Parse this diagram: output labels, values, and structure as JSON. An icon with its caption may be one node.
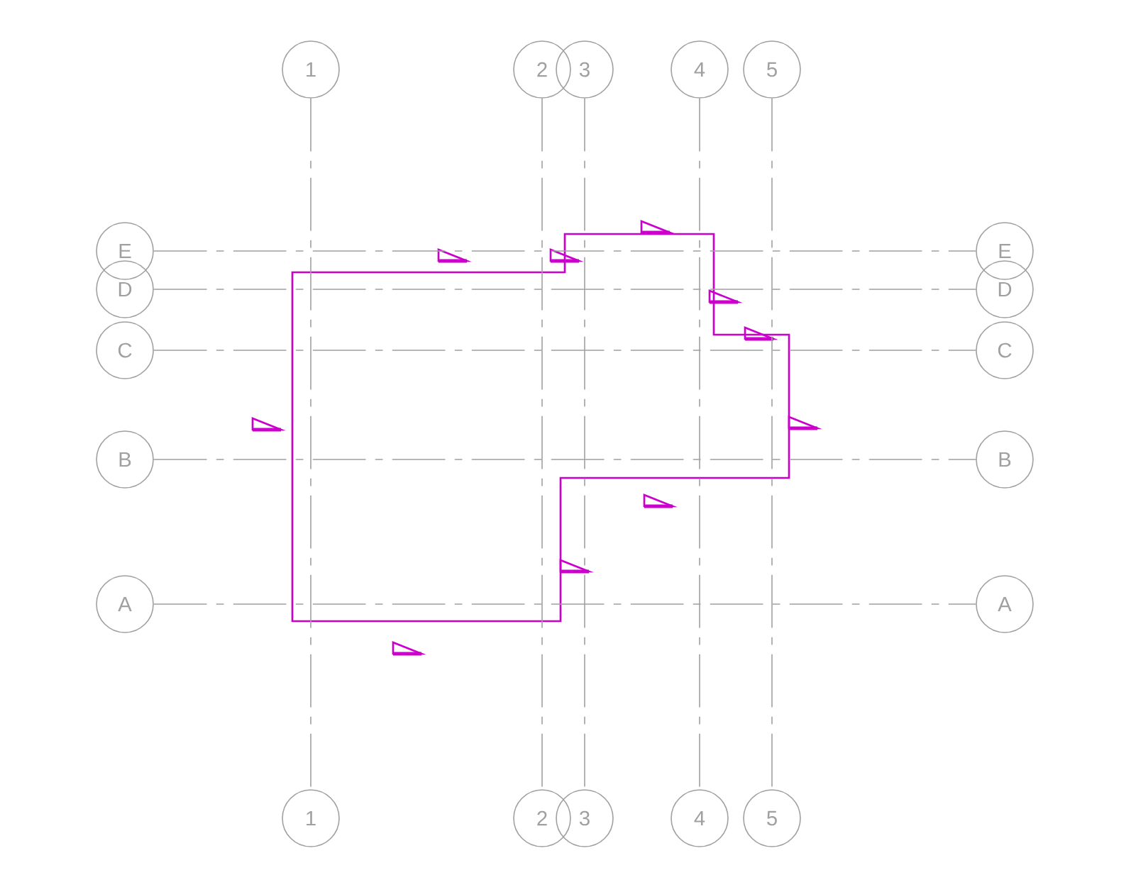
{
  "diagram": {
    "nodes": [
      {
        "text": [
          "1"
        ]
      },
      {
        "text": [
          "2"
        ]
      },
      {
        "text": [
          "3"
        ]
      },
      {
        "text": [
          "4"
        ]
      },
      {
        "text": [
          "5"
        ]
      },
      {
        "text": [
          "E"
        ]
      },
      {
        "text": [
          "E"
        ]
      },
      {
        "text": [
          "D"
        ]
      },
      {
        "text": [
          "D"
        ]
      },
      {
        "text": [
          "C"
        ]
      },
      {
        "text": [
          "C"
        ]
      },
      {
        "text": [
          "B"
        ]
      },
      {
        "text": [
          "B"
        ]
      },
      {
        "text": [
          "A"
        ]
      },
      {
        "text": [
          "A"
        ]
      },
      {
        "text": [
          "1"
        ]
      },
      {
        "text": [
          "2"
        ]
      },
      {
        "text": [
          "3"
        ]
      },
      {
        "text": [
          "4"
        ]
      },
      {
        "text": [
          "5"
        ]
      }
    ],
    "edges": [
      {
        "from": 0,
        "to": 15,
        "arrow": "none",
        "style": "dashed"
      },
      {
        "from": 1,
        "to": 16,
        "arrow": "none",
        "style": "dashed"
      },
      {
        "from": 2,
        "to": 17,
        "arrow": "none",
        "style": "dashed"
      },
      {
        "from": 3,
        "to": 18,
        "arrow": "none",
        "style": "dashed"
      },
      {
        "from": 4,
        "to": 19,
        "arrow": "none",
        "style": "dashed"
      },
      {
        "from": 5,
        "to": 6,
        "arrow": "none",
        "style": "dashed"
      },
      {
        "from": 7,
        "to": 8,
        "arrow": "none",
        "style": "dashed"
      },
      {
        "from": 9,
        "to": 10,
        "arrow": "none",
        "style": "dashed"
      },
      {
        "from": 11,
        "to": 12,
        "arrow": "none",
        "style": "dashed"
      },
      {
        "from": 13,
        "to": 14,
        "arrow": "none",
        "style": "dashed"
      }
    ]
  }
}
